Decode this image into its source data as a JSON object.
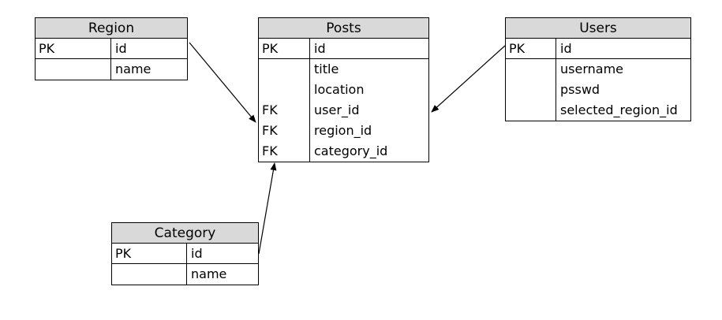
{
  "entities": {
    "region": {
      "name": "Region",
      "fields": [
        {
          "key": "PK",
          "field": "id"
        },
        {
          "key": "",
          "field": "name"
        }
      ]
    },
    "posts": {
      "name": "Posts",
      "fields": [
        {
          "key": "PK",
          "field": "id"
        },
        {
          "key": "",
          "field": "title"
        },
        {
          "key": "",
          "field": "location"
        },
        {
          "key": "FK",
          "field": "user_id"
        },
        {
          "key": "FK",
          "field": "region_id"
        },
        {
          "key": "FK",
          "field": "category_id"
        }
      ]
    },
    "users": {
      "name": "Users",
      "fields": [
        {
          "key": "PK",
          "field": "id"
        },
        {
          "key": "",
          "field": "username"
        },
        {
          "key": "",
          "field": "psswd"
        },
        {
          "key": "",
          "field": "selected_region_id"
        }
      ]
    },
    "category": {
      "name": "Category",
      "fields": [
        {
          "key": "PK",
          "field": "id"
        },
        {
          "key": "",
          "field": "name"
        }
      ]
    }
  },
  "relationships": [
    {
      "from": "Region",
      "to": "Posts"
    },
    {
      "from": "Users",
      "to": "Posts"
    },
    {
      "from": "Category",
      "to": "Posts"
    }
  ]
}
